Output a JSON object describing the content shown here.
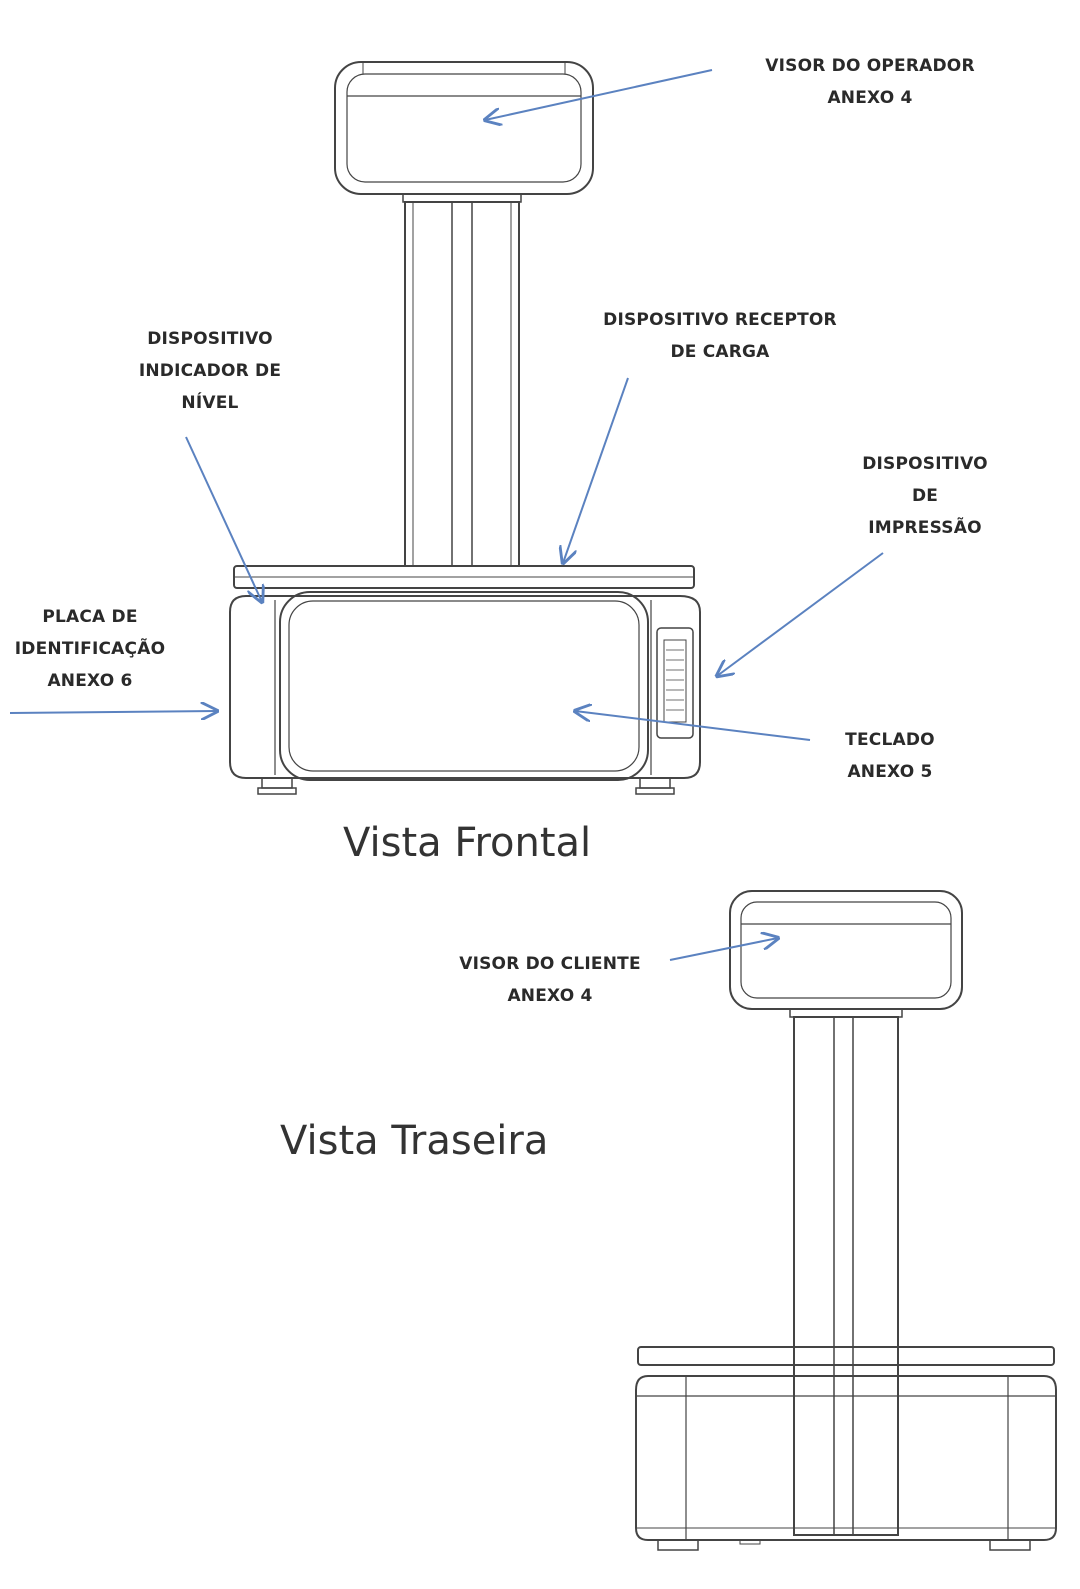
{
  "labels": {
    "visor_operador": [
      "VISOR DO OPERADOR",
      "ANEXO 4"
    ],
    "indicador_nivel": [
      "DISPOSITIVO",
      "INDICADOR DE",
      "NÍVEL"
    ],
    "receptor_carga": [
      "DISPOSITIVO RECEPTOR",
      "DE CARGA"
    ],
    "impressao": [
      "DISPOSITIVO",
      "DE",
      "IMPRESSÃO"
    ],
    "placa": [
      "PLACA DE",
      "IDENTIFICAÇÃO",
      "ANEXO 6"
    ],
    "teclado": [
      "TECLADO",
      "ANEXO 5"
    ],
    "visor_cliente": [
      "VISOR DO CLIENTE",
      "ANEXO 4"
    ]
  },
  "views": {
    "front": "Vista Frontal",
    "rear": "Vista Traseira"
  },
  "colors": {
    "arrow": "#5b82c0",
    "line": "#444444",
    "text": "#2a2a2a"
  }
}
